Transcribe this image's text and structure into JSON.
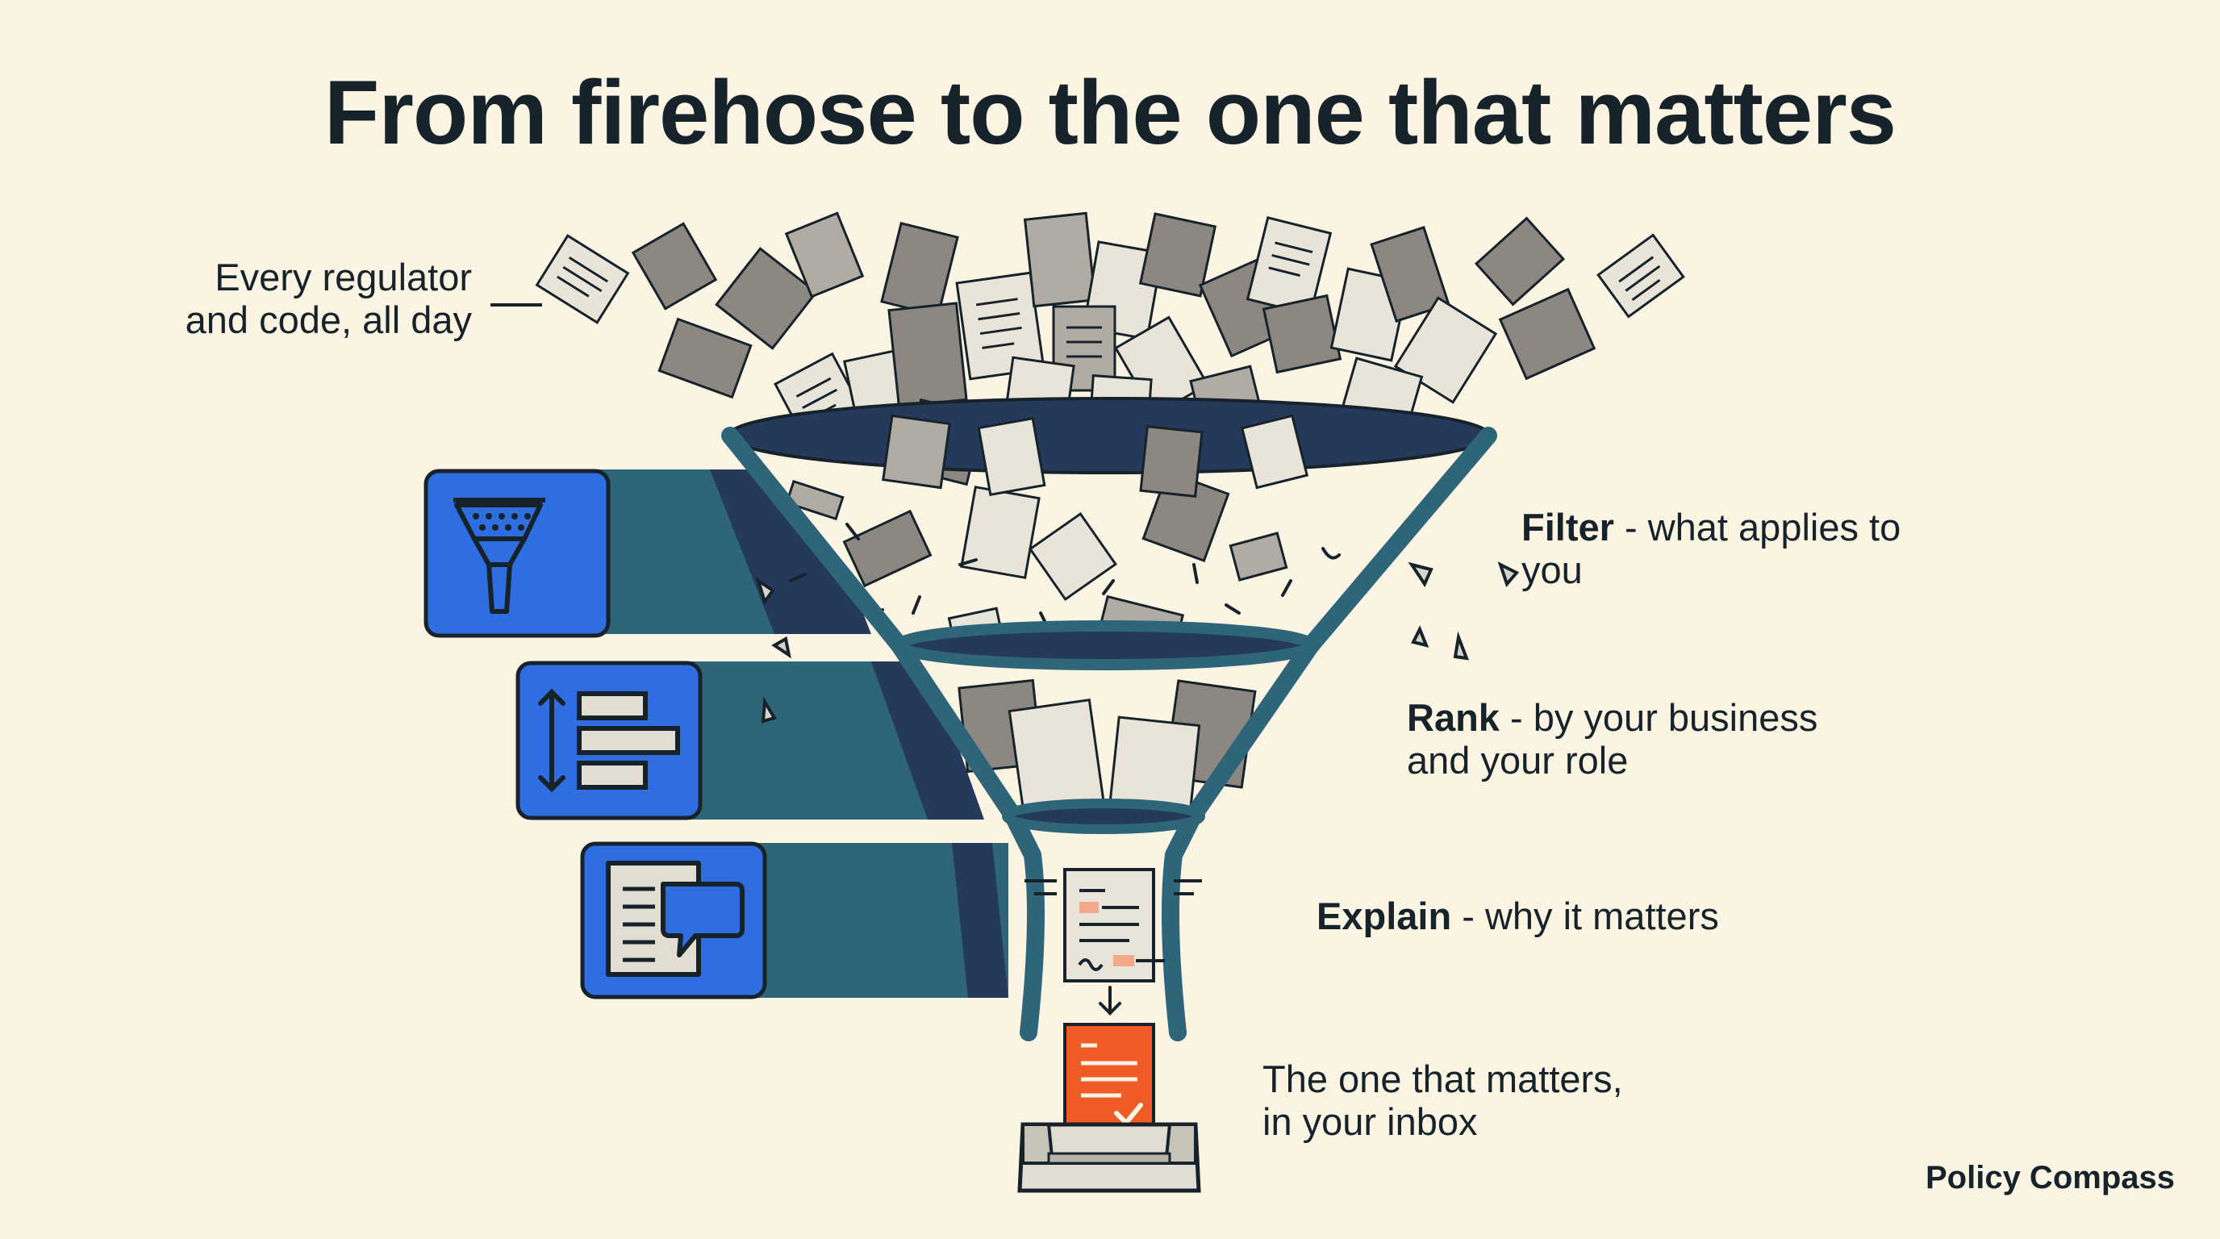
{
  "title": "From firehose to the one that matters",
  "input_label": "Every regulator\nand code, all day",
  "stages": [
    {
      "name": "Filter",
      "separator": " - ",
      "desc": "what applies to you",
      "icon": "colander-icon"
    },
    {
      "name": "Rank",
      "separator": " - ",
      "desc": "by your business and your role",
      "icon": "ranking-bars-icon"
    },
    {
      "name": "Explain",
      "separator": " - ",
      "desc": "why it matters",
      "icon": "document-chat-icon"
    }
  ],
  "output_label": "The one that matters,\nin your inbox",
  "brand": "Policy Compass",
  "icons": [
    "colander-icon",
    "ranking-bars-icon",
    "document-chat-icon",
    "annotated-document-icon",
    "inbox-tray-icon",
    "check-icon",
    "down-arrow-icon"
  ],
  "colors": {
    "background": "#fcf4e3",
    "funnel": "#2e6578",
    "funnel_dark": "#253a5a",
    "icon_blue": "#2f6ee0",
    "outline": "#17232b",
    "highlight": "#f05a24"
  }
}
